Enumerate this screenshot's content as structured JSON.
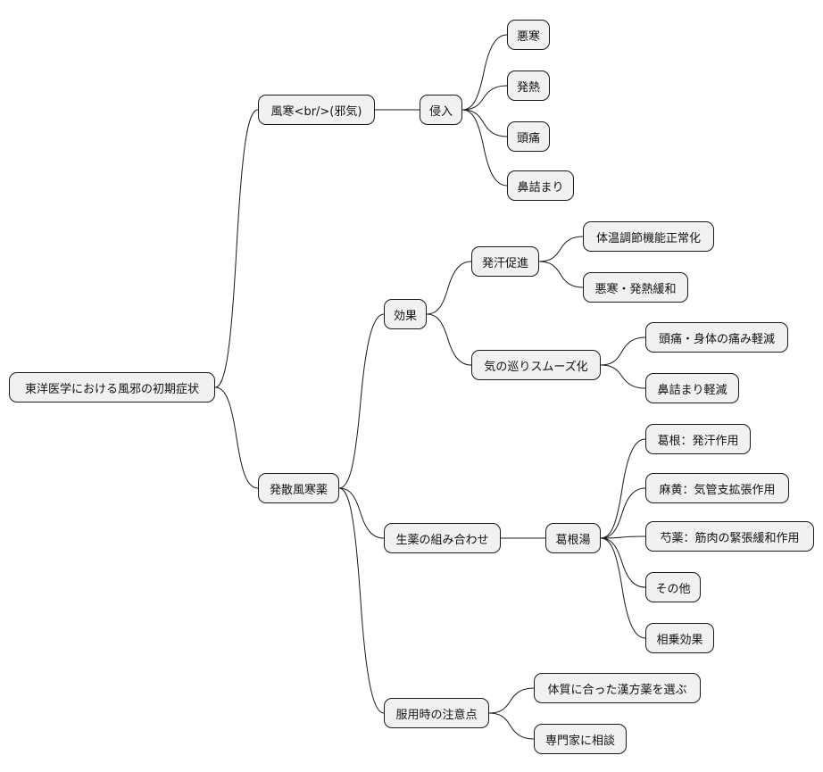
{
  "mindmap": {
    "root": "東洋医学における風邪の初期症状",
    "branches": {
      "fuukan": {
        "label": "風寒<br/>(邪気)",
        "invasion": {
          "label": "侵入",
          "symptoms": [
            "悪寒",
            "発熱",
            "頭痛",
            "鼻詰まり"
          ]
        }
      },
      "hassan": {
        "label": "発散風寒薬",
        "effect": {
          "label": "効果",
          "sweat": {
            "label": "発汗促進",
            "items": [
              "体温調節機能正常化",
              "悪寒・発熱緩和"
            ]
          },
          "qi": {
            "label": "気の巡りスムーズ化",
            "items": [
              "頭痛・身体の痛み軽減",
              "鼻詰まり軽減"
            ]
          }
        },
        "combo": {
          "label": "生薬の組み合わせ",
          "kakkonto": {
            "label": "葛根湯",
            "items": [
              "葛根：発汗作用",
              "麻黄：気管支拡張作用",
              "芍薬：筋肉の緊張緩和作用",
              "その他",
              "相乗効果"
            ]
          }
        },
        "caution": {
          "label": "服用時の注意点",
          "items": [
            "体質に合った漢方薬を選ぶ",
            "専門家に相談"
          ]
        }
      }
    }
  }
}
